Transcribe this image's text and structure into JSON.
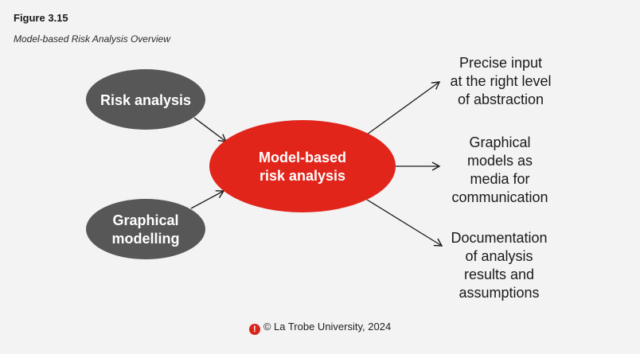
{
  "figure": {
    "label": "Figure 3.15",
    "caption": "Model-based Risk Analysis Overview"
  },
  "nodes": {
    "risk_analysis": {
      "label": "Risk analysis"
    },
    "graphical_modelling": {
      "line1": "Graphical",
      "line2": "modelling"
    },
    "center": {
      "line1": "Model-based",
      "line2": "risk analysis"
    }
  },
  "outcomes": {
    "precise_input": {
      "line1": "Precise input",
      "line2": "at the right level",
      "line3": "of abstraction"
    },
    "graphical_models": {
      "line1": "Graphical",
      "line2": "models as",
      "line3": "media for",
      "line4": "communication"
    },
    "documentation": {
      "line1": "Documentation",
      "line2": "of analysis",
      "line3": "results and",
      "line4": "assumptions"
    }
  },
  "footer": {
    "icon": "!",
    "text": "© La Trobe University, 2024"
  },
  "colors": {
    "grey_node": "#575757",
    "center_node": "#e1251b",
    "background": "#f3f3f3",
    "arrow": "#1a1a1a"
  }
}
